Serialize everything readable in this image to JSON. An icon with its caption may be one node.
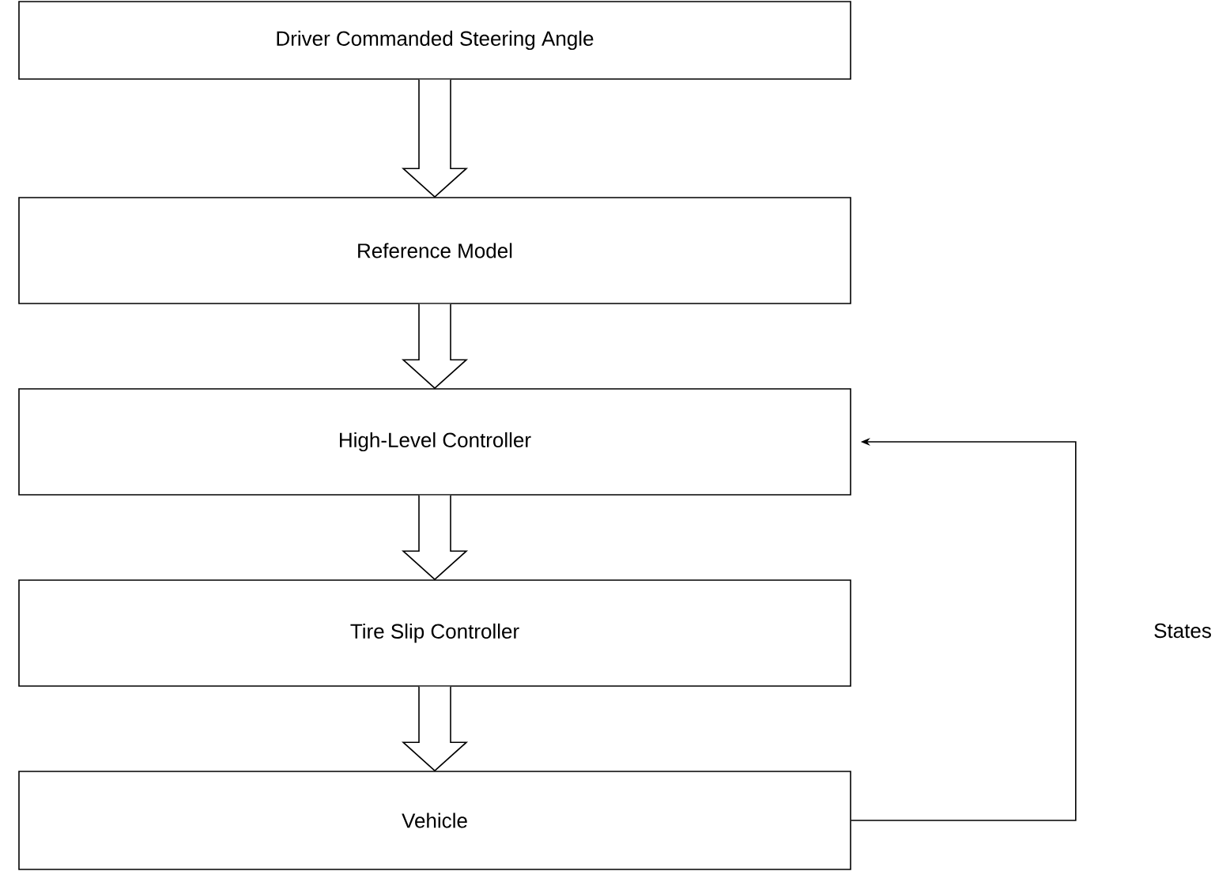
{
  "diagram": {
    "nodes": [
      {
        "text": [
          "Driver Commanded Steering Angle"
        ]
      },
      {
        "text": [
          "Reference Model"
        ]
      },
      {
        "text": [
          "High-Level Controller"
        ]
      },
      {
        "text": [
          "Tire Slip Controller"
        ]
      },
      {
        "text": [
          "Vehicle"
        ]
      }
    ],
    "edges": [
      {
        "from": 0,
        "to": 1,
        "arrow": "to"
      },
      {
        "from": 1,
        "to": 2,
        "arrow": "to"
      },
      {
        "from": 2,
        "to": 3,
        "arrow": "to"
      },
      {
        "from": 3,
        "to": 4,
        "arrow": "to"
      },
      {
        "from": 4,
        "to": 2,
        "arrow": "to",
        "label": "States"
      }
    ]
  }
}
